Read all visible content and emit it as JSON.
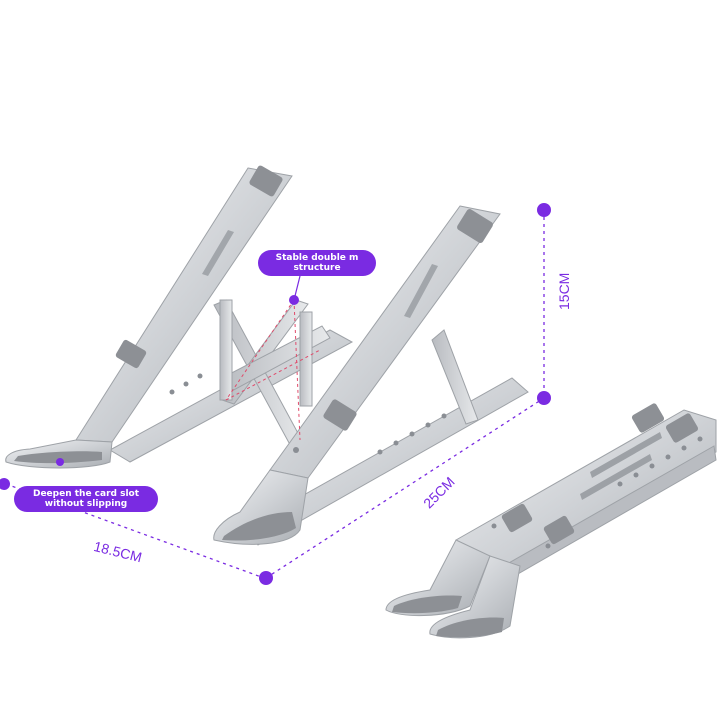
{
  "callouts": {
    "top_line1": "Stable double m",
    "top_line2": "structure",
    "bottom_line1": "Deepen the card slot",
    "bottom_line2": "without slipping"
  },
  "dimensions": {
    "width": "18.5CM",
    "length": "25CM",
    "height": "15CM"
  },
  "colors": {
    "accent": "#7a2be2",
    "metal": "#d8dadd",
    "pad": "#8d9095"
  }
}
